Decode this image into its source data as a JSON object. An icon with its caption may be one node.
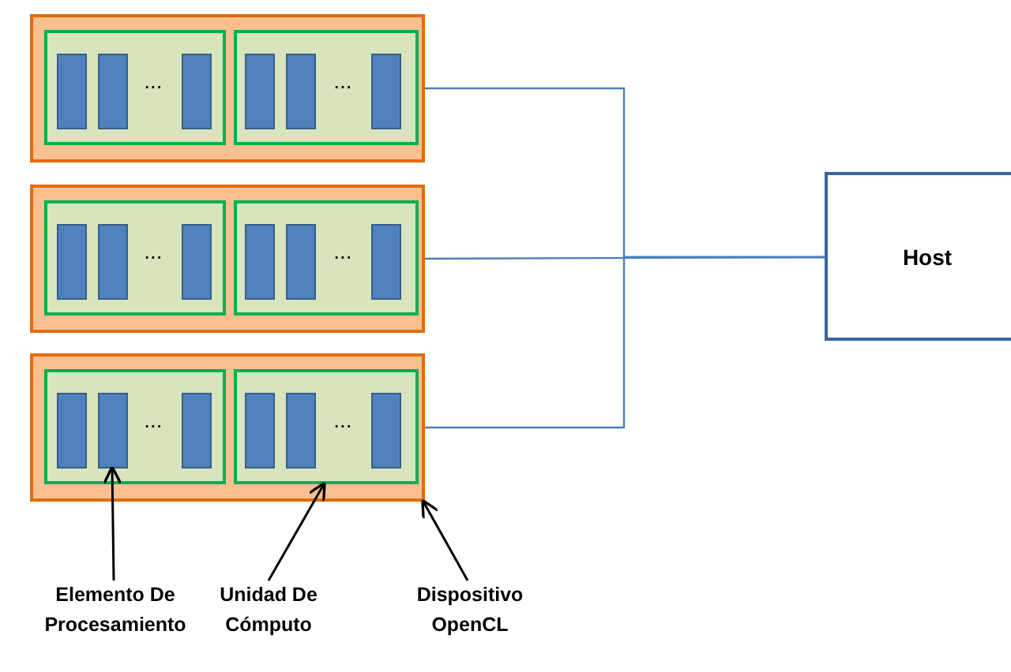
{
  "diagram": {
    "nodes": [
      {
        "text": [],
        "shape": "box"
      },
      {
        "text": [
          "..."
        ],
        "in": 0
      },
      {
        "text": [],
        "shape": "box",
        "in": 1
      },
      {
        "text": [],
        "shape": "box",
        "in": 1
      },
      {
        "text": [],
        "shape": "box",
        "in": 1
      },
      {
        "text": [
          "..."
        ],
        "in": 0
      },
      {
        "text": [],
        "shape": "box",
        "in": 5
      },
      {
        "text": [],
        "shape": "box",
        "in": 5
      },
      {
        "text": [],
        "shape": "box",
        "in": 5
      },
      {
        "text": [],
        "shape": "box"
      },
      {
        "text": [
          "..."
        ],
        "in": 9
      },
      {
        "text": [],
        "shape": "box",
        "in": 10
      },
      {
        "text": [],
        "shape": "box",
        "in": 10
      },
      {
        "text": [],
        "shape": "box",
        "in": 10
      },
      {
        "text": [
          "..."
        ],
        "in": 9
      },
      {
        "text": [],
        "shape": "box",
        "in": 14
      },
      {
        "text": [],
        "shape": "box",
        "in": 14
      },
      {
        "text": [],
        "shape": "box",
        "in": 14
      },
      {
        "text": [],
        "shape": "box"
      },
      {
        "text": [
          "..."
        ],
        "in": 18
      },
      {
        "text": [],
        "shape": "box",
        "in": 19
      },
      {
        "text": [],
        "shape": "box",
        "in": 19
      },
      {
        "text": [],
        "shape": "box",
        "in": 19
      },
      {
        "text": [
          "..."
        ],
        "in": 18
      },
      {
        "text": [],
        "shape": "box",
        "in": 23
      },
      {
        "text": [],
        "shape": "box",
        "in": 23
      },
      {
        "text": [],
        "shape": "box",
        "in": 23
      },
      {
        "text": [
          "Host"
        ]
      },
      {
        "text": [
          "Elemento De Procesamiento"
        ]
      },
      {
        "text": [
          "Unidad De Cómputo"
        ]
      },
      {
        "text": [
          "Dispositivo OpenCL"
        ]
      }
    ],
    "edges": [
      {
        "from": 0,
        "to": 27,
        "arrow": "none"
      },
      {
        "from": 9,
        "to": 27,
        "arrow": "none"
      },
      {
        "from": 18,
        "to": 27,
        "arrow": "none"
      },
      {
        "from": 28,
        "to": 21,
        "arrow": "to",
        "color": "#000000"
      },
      {
        "from": 29,
        "to": 23,
        "arrow": "to",
        "color": "#000000"
      },
      {
        "from": 30,
        "to": 18,
        "arrow": "to",
        "color": "#000000"
      }
    ]
  }
}
